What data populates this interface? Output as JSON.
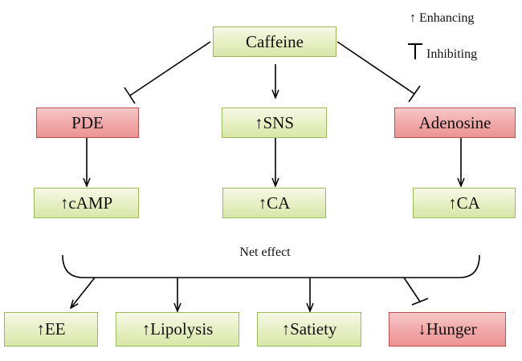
{
  "legend": {
    "enhancing_symbol": "↑",
    "enhancing_label": "Enhancing",
    "inhibiting_symbol": "T",
    "inhibiting_label": "Inhibiting"
  },
  "nodes": {
    "caffeine": "Caffeine",
    "pde": "PDE",
    "sns": "↑SNS",
    "adenosine": "Adenosine",
    "camp": "↑cAMP",
    "ca_left": "↑CA",
    "ca_right": "↑CA",
    "ee": "↑EE",
    "lipolysis": "↑Lipolysis",
    "satiety": "↑Satiety",
    "hunger": "↓Hunger"
  },
  "net_effect_label": "Net effect",
  "colors": {
    "enhancing_fill": "#e6efc2",
    "enhancing_border": "#9bbb59",
    "inhibiting_fill": "#f1a7a7",
    "inhibiting_border": "#c0504d",
    "line": "#000000"
  },
  "edges": [
    {
      "from": "caffeine",
      "to": "pde",
      "type": "inhibiting"
    },
    {
      "from": "caffeine",
      "to": "sns",
      "type": "enhancing"
    },
    {
      "from": "caffeine",
      "to": "adenosine",
      "type": "inhibiting"
    },
    {
      "from": "pde",
      "to": "camp",
      "type": "enhancing"
    },
    {
      "from": "sns",
      "to": "ca_left",
      "type": "enhancing"
    },
    {
      "from": "adenosine",
      "to": "ca_right",
      "type": "enhancing"
    },
    {
      "from": "net_effect",
      "to": "ee",
      "type": "enhancing"
    },
    {
      "from": "net_effect",
      "to": "lipolysis",
      "type": "enhancing"
    },
    {
      "from": "net_effect",
      "to": "satiety",
      "type": "enhancing"
    },
    {
      "from": "net_effect",
      "to": "hunger",
      "type": "inhibiting"
    }
  ]
}
